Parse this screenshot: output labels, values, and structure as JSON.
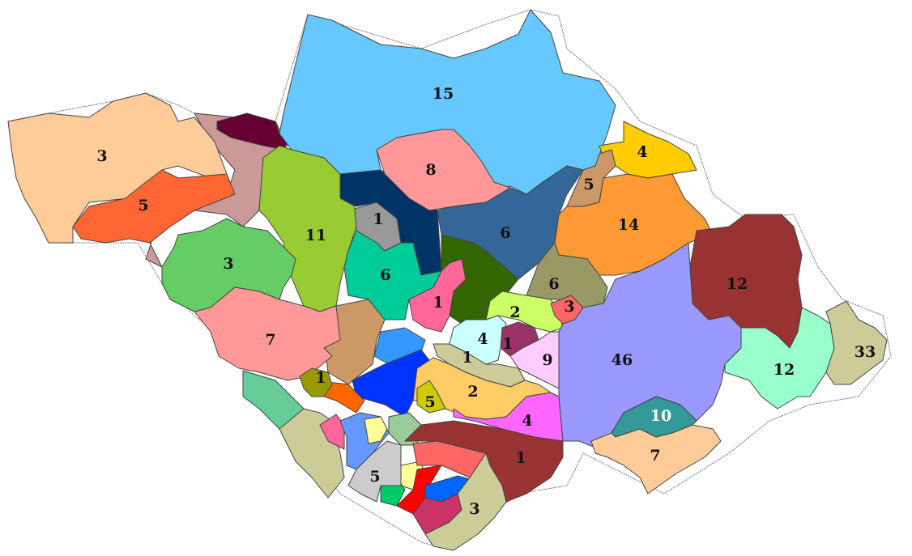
{
  "map": {
    "regions": [
      {
        "id": "r-15",
        "label": "15",
        "color": "#66c8ff"
      },
      {
        "id": "r-3-west",
        "label": "3",
        "color": "#fdcc99"
      },
      {
        "id": "r-5-west",
        "label": "5",
        "color": "#ff6633"
      },
      {
        "id": "r-8",
        "label": "8",
        "color": "#ff9999"
      },
      {
        "id": "r-11",
        "label": "11",
        "color": "#99cc33"
      },
      {
        "id": "r-1-grey",
        "label": "1",
        "color": "#999999"
      },
      {
        "id": "r-6-darkblue",
        "label": "6",
        "color": "#336699"
      },
      {
        "id": "r-3-green",
        "label": "3",
        "color": "#66cc66"
      },
      {
        "id": "r-6-teal",
        "label": "6",
        "color": "#00cc99"
      },
      {
        "id": "r-4-gold",
        "label": "4",
        "color": "#ffcc00"
      },
      {
        "id": "r-5-tan",
        "label": "5",
        "color": "#cc9966"
      },
      {
        "id": "r-14",
        "label": "14",
        "color": "#ff9933"
      },
      {
        "id": "r-12-maroon",
        "label": "12",
        "color": "#993333"
      },
      {
        "id": "r-6-olive",
        "label": "6",
        "color": "#999966"
      },
      {
        "id": "r-1-pink",
        "label": "1",
        "color": "#ff6699"
      },
      {
        "id": "r-7-pink",
        "label": "7",
        "color": "#ff9999"
      },
      {
        "id": "r-2-lime",
        "label": "2",
        "color": "#ccff66"
      },
      {
        "id": "r-3-salmon",
        "label": "3",
        "color": "#ff6666"
      },
      {
        "id": "r-4-lightblue",
        "label": "4",
        "color": "#ccffff"
      },
      {
        "id": "r-1-purple",
        "label": "1",
        "color": "#993366"
      },
      {
        "id": "r-46",
        "label": "46",
        "color": "#9999ff"
      },
      {
        "id": "r-12-mint",
        "label": "12",
        "color": "#99ffcc"
      },
      {
        "id": "r-33",
        "label": "33",
        "color": "#cccc99"
      },
      {
        "id": "r-1-beige",
        "label": "1",
        "color": "#cccc99"
      },
      {
        "id": "r-9",
        "label": "9",
        "color": "#ffccff"
      },
      {
        "id": "r-1-olive-small",
        "label": "1",
        "color": "#999900"
      },
      {
        "id": "r-2-orange",
        "label": "2",
        "color": "#ffcc66"
      },
      {
        "id": "r-5-yellow",
        "label": "5",
        "color": "#cccc00"
      },
      {
        "id": "r-4-magenta",
        "label": "4",
        "color": "#ff66ff"
      },
      {
        "id": "r-10",
        "label": "10",
        "color": "#339999"
      },
      {
        "id": "r-7-peach",
        "label": "7",
        "color": "#ffcc99"
      },
      {
        "id": "r-1-darkred",
        "label": "1",
        "color": "#993333"
      },
      {
        "id": "r-5-silver",
        "label": "5",
        "color": "#cccccc"
      },
      {
        "id": "r-3-khaki",
        "label": "3",
        "color": "#cccc99"
      }
    ],
    "unlabeled_colors": {
      "dusty_rose": "#cc9999",
      "dark_wine": "#660033",
      "navy": "#003366",
      "dark_green": "#336600",
      "brown_tan": "#cc9966",
      "royal_blue": "#0033ff",
      "sky": "#3399ff",
      "sea_green": "#66cc99",
      "khaki": "#cccc99",
      "rose": "#ff6699",
      "cornflower": "#6699ff",
      "light_yellow": "#ffff99",
      "green": "#00cc66",
      "red": "#ff0000",
      "blue": "#0066ff",
      "crimson": "#cc3366",
      "sage": "#99cc99",
      "orange_red": "#ff6600",
      "coral": "#ff6666"
    }
  }
}
